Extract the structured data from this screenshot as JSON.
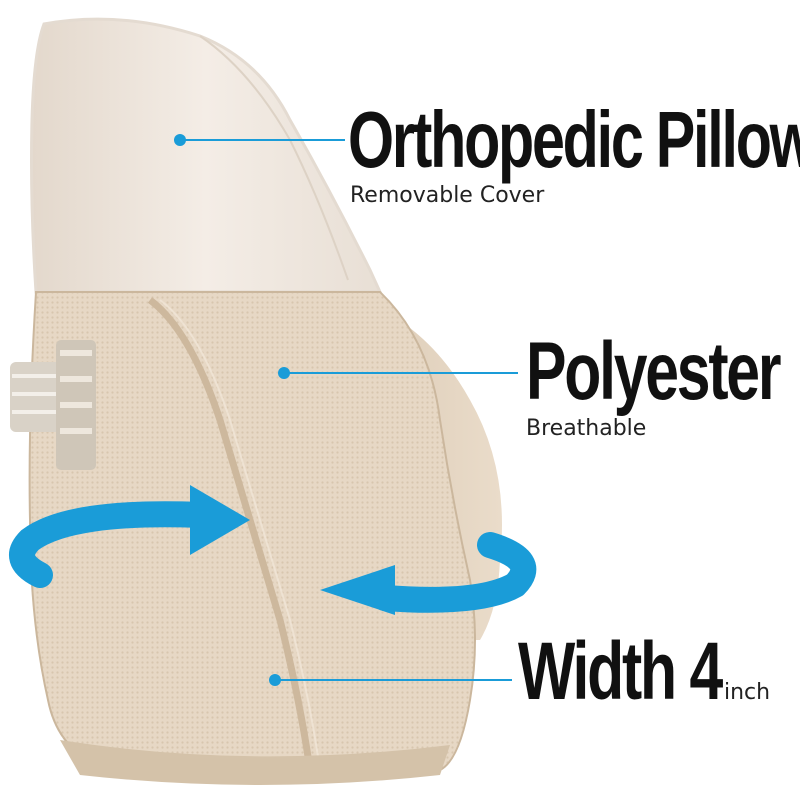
{
  "callouts": [
    {
      "title": "Orthopedic Pillow",
      "subtitle": "Removable Cover"
    },
    {
      "title": "Polyester",
      "subtitle": "Breathable"
    },
    {
      "title": "Width 4",
      "unit": "inch"
    }
  ],
  "colors": {
    "accent": "#1a9cd8",
    "cover": "#efe6dc",
    "fabric": "#e6d6c2",
    "text": "#111111"
  },
  "icons": [
    "rotation-arrow-icon"
  ]
}
